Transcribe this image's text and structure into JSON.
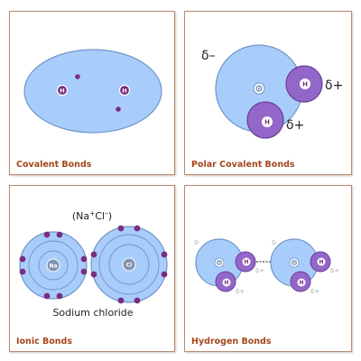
{
  "colors": {
    "border": "#b98a6e",
    "caption": "#a3471c",
    "blue_fill": "#a9cdfb",
    "blue_stroke": "#6f95c9",
    "purple_fill": "#9367c9",
    "purple_stroke": "#6a3f99",
    "electron": "#7a2d7f"
  },
  "panels": {
    "covalent": {
      "caption": "Covalent Bonds",
      "atom_left": "H",
      "atom_right": "H"
    },
    "polar": {
      "caption": "Polar Covalent Bonds",
      "oxygen": "O",
      "hydrogen_top": "H",
      "hydrogen_bottom": "H",
      "delta_minus": "δ–",
      "delta_plus_top": "δ+",
      "delta_plus_bottom": "δ+"
    },
    "ionic": {
      "caption": "Ionic Bonds",
      "formula_open": "(Na",
      "formula_plus": "+",
      "formula_cl": "Cl",
      "formula_minus": "–",
      "formula_close": ")",
      "sodium_label": "Na",
      "chlorine_label": "Cl",
      "name": "Sodium chloride"
    },
    "hydrogen": {
      "caption": "Hydrogen Bonds",
      "mol1": {
        "oxygen": "O",
        "h_top": "H",
        "h_bottom": "H",
        "delta_minus": "δ-",
        "delta_plus_top": "δ+",
        "delta_plus_bottom": "δ+"
      },
      "mol2": {
        "oxygen": "O",
        "h_top": "H",
        "h_bottom": "H",
        "delta_minus": "δ-",
        "delta_plus_top": "δ+",
        "delta_plus_bottom": "δ+"
      }
    }
  }
}
